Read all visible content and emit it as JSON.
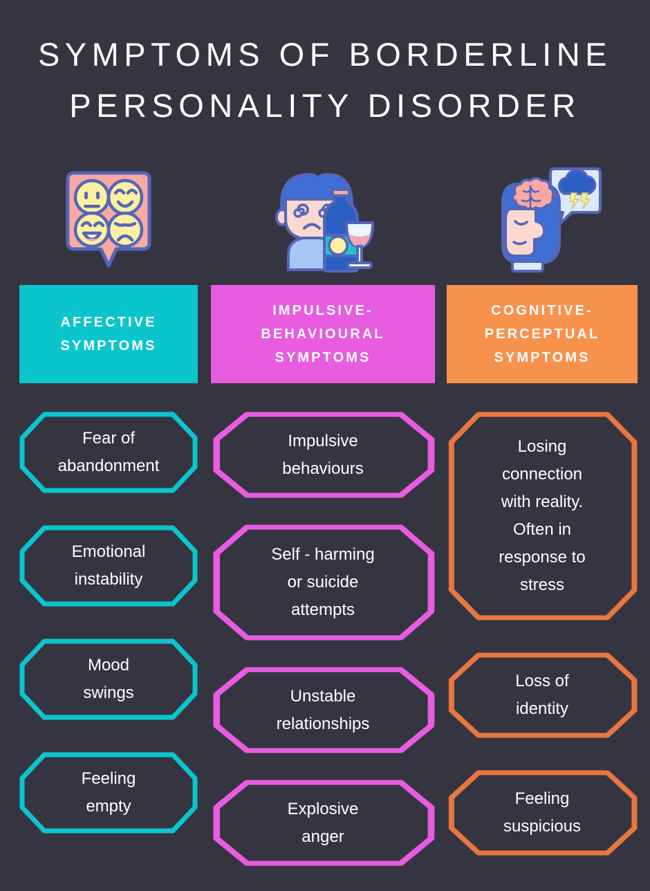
{
  "theme": {
    "background": "#353542",
    "text_color": "#ffffff",
    "teal": "#0bc5cd",
    "magenta": "#e85ce0",
    "orange": "#f7924c"
  },
  "title": {
    "line1": "Symptoms of Borderline",
    "line2": "Personality Disorder"
  },
  "columns": [
    {
      "icon_name": "emoji-faces-speech-bubble-icon",
      "accent": "#0bc5cd",
      "heading": "Affective Symptoms",
      "symptoms": [
        "Fear of\nabandonment",
        "Emotional\ninstability",
        "Mood\nswings",
        "Feeling\nempty"
      ]
    },
    {
      "icon_name": "dizzy-person-alcohol-bottle-icon",
      "accent": "#e85ce0",
      "heading": "Impulsive- Behavioural Symptoms",
      "symptoms": [
        "Impulsive\nbehaviours",
        "Self - harming\nor suicide\nattempts",
        "Unstable\nrelationships",
        "Explosive\nanger"
      ]
    },
    {
      "icon_name": "head-brain-storm-cloud-icon",
      "accent": "#f7924c",
      "heading": "Cognitive- Perceptual Symptoms",
      "symptoms": [
        "Losing\nconnection\nwith reality.\nOften in\nresponse to\nstress",
        "Loss of\nidentity",
        "Feeling\nsuspicious"
      ]
    }
  ]
}
